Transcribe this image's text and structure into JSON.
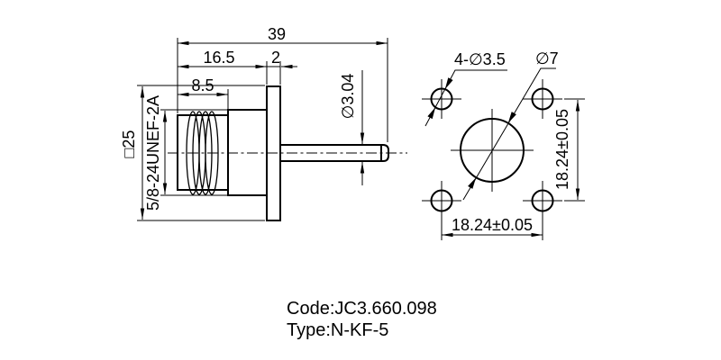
{
  "colors": {
    "line": "#000000",
    "background": "#ffffff"
  },
  "side_view": {
    "dim_total_length": "39",
    "dim_front_length": "16.5",
    "dim_flange_thickness": "2",
    "dim_thread_length": "8.5",
    "dim_flange_square": "□25",
    "thread_spec": "5/8-24UNEF-2A",
    "dim_pin_diameter": "∅3.04"
  },
  "front_view": {
    "dim_mounting_holes": "4-∅3.5",
    "dim_center_hole": "∅7",
    "dim_hole_spacing_horizontal": "18.24±0.05",
    "dim_hole_spacing_vertical": "18.24±0.05"
  },
  "footer": {
    "code": "Code:JC3.660.098",
    "type": "Type:N-KF-5"
  }
}
